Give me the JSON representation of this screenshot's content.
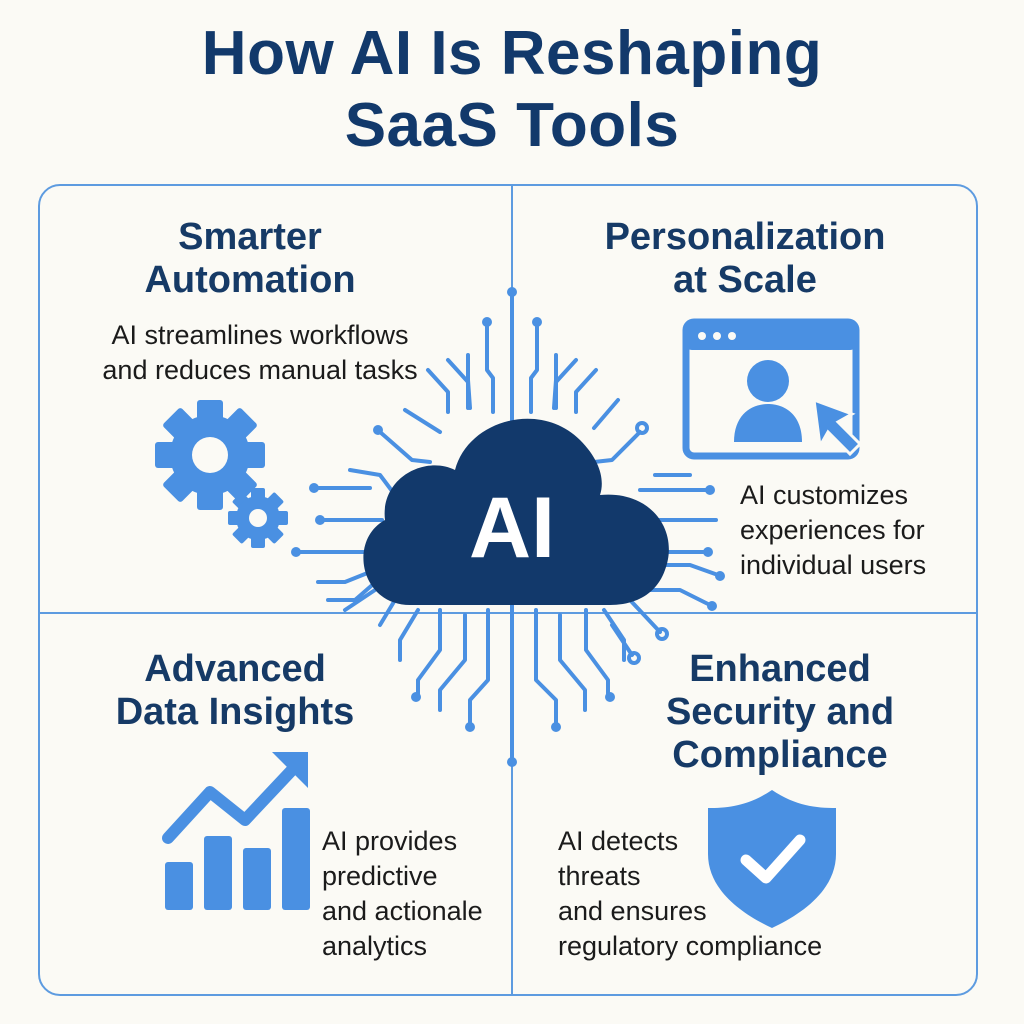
{
  "title": {
    "line1": "How AI Is Reshaping",
    "line2": "SaaS Tools"
  },
  "colors": {
    "primary": "#4a90e2",
    "navy": "#12396b",
    "border": "#5d9be0",
    "background": "#fbfaf5"
  },
  "center": {
    "label": "AI",
    "icon": "cloud-icon"
  },
  "quadrants": {
    "automation": {
      "title_line1": "Smarter",
      "title_line2": "Automation",
      "desc_line1": "AI streamlines workflows",
      "desc_line2": "and reduces manual tasks",
      "icon": "gears-icon"
    },
    "personalization": {
      "title_line1": "Personalization",
      "title_line2": "at Scale",
      "desc_line1": "AI customizes",
      "desc_line2": "experiences for",
      "desc_line3": "individual users",
      "icon": "user-window-cursor-icon"
    },
    "insights": {
      "title_line1": "Advanced",
      "title_line2": "Data Insights",
      "desc_line1": "AI provides",
      "desc_line2": "predictive",
      "desc_line3": "and actionale",
      "desc_line4": "analytics",
      "icon": "bar-chart-trend-icon"
    },
    "security": {
      "title_line1": "Enhanced",
      "title_line2": "Security and",
      "title_line3": "Compliance",
      "desc_line1": "AI detects",
      "desc_line2": "threats",
      "desc_line3": "and ensures",
      "desc_line4": "regulatory compliance",
      "icon": "shield-check-icon"
    }
  }
}
